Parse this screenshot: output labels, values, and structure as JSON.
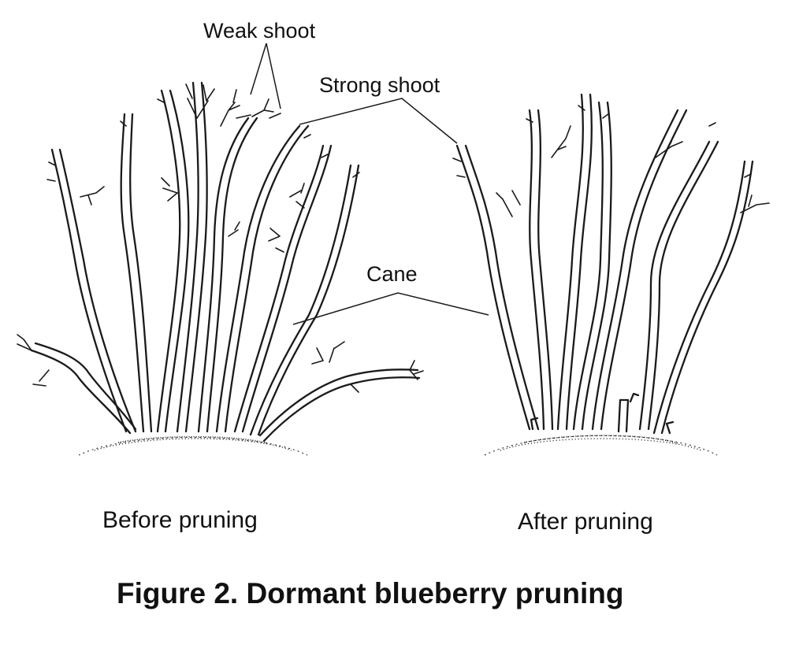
{
  "figure": {
    "title": "Figure 2. Dormant blueberry pruning",
    "captions": {
      "before": "Before pruning",
      "after": "After pruning"
    },
    "labels": {
      "weak_shoot": "Weak shoot",
      "strong_shoot": "Strong shoot",
      "cane": "Cane"
    },
    "line_color": "#1a1a1a",
    "background": "#ffffff"
  }
}
